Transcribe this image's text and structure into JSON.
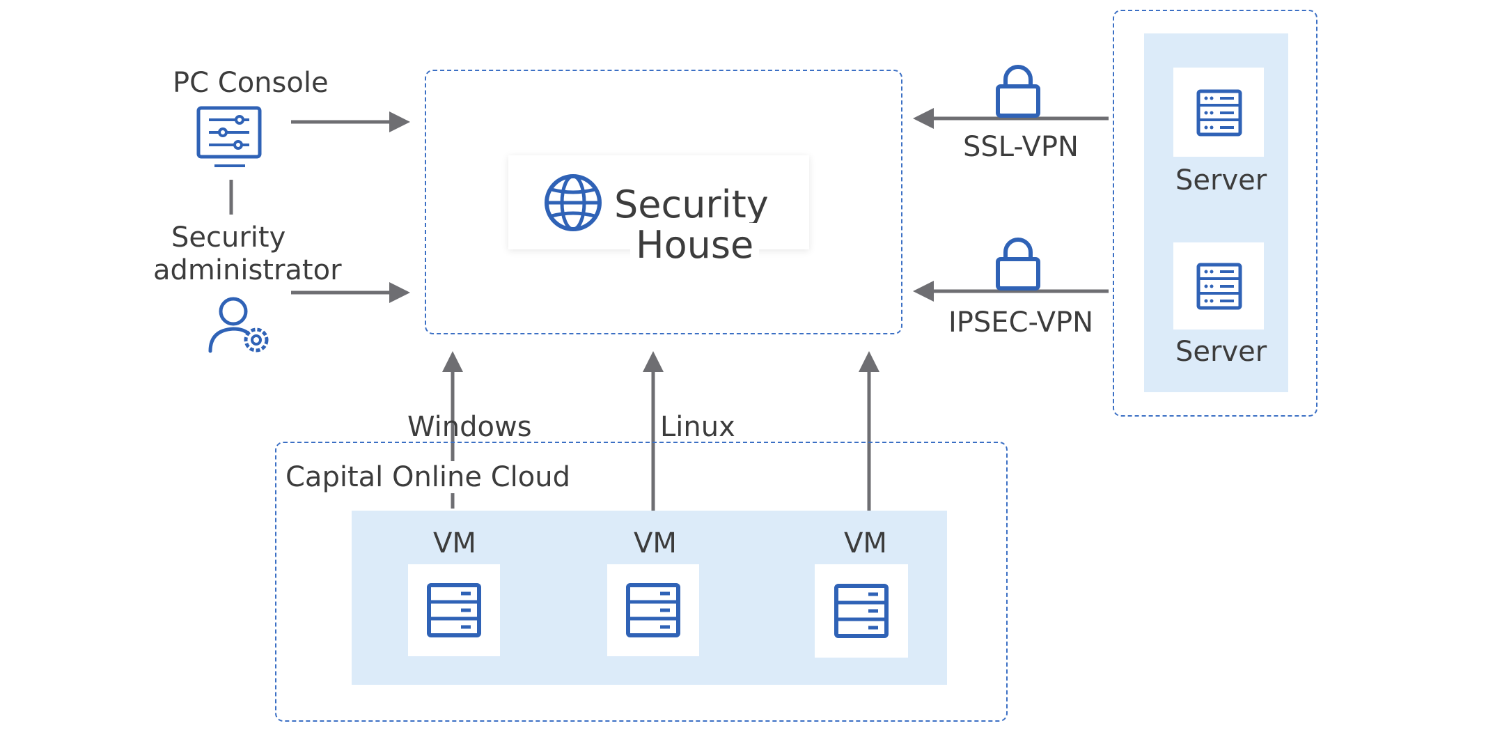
{
  "left": {
    "pc_console_label": "PC Console",
    "admin_label_line1": "Security",
    "admin_label_line2": "administrator"
  },
  "center": {
    "title_line1": "Security",
    "title_line2": "House"
  },
  "right": {
    "ssl_label": "SSL-VPN",
    "ipsec_label": "IPSEC-VPN",
    "servers": [
      {
        "label": "Server"
      },
      {
        "label": "Server"
      }
    ]
  },
  "bottom": {
    "cloud_label": "Capital Online Cloud",
    "windows_label": "Windows",
    "linux_label": "Linux",
    "vms": [
      {
        "label": "VM"
      },
      {
        "label": "VM"
      },
      {
        "label": "VM"
      }
    ]
  },
  "colors": {
    "accent": "#2f62b6",
    "dash": "#3b6fc4",
    "arrow": "#6e6e72",
    "panel": "#dcebf9"
  }
}
